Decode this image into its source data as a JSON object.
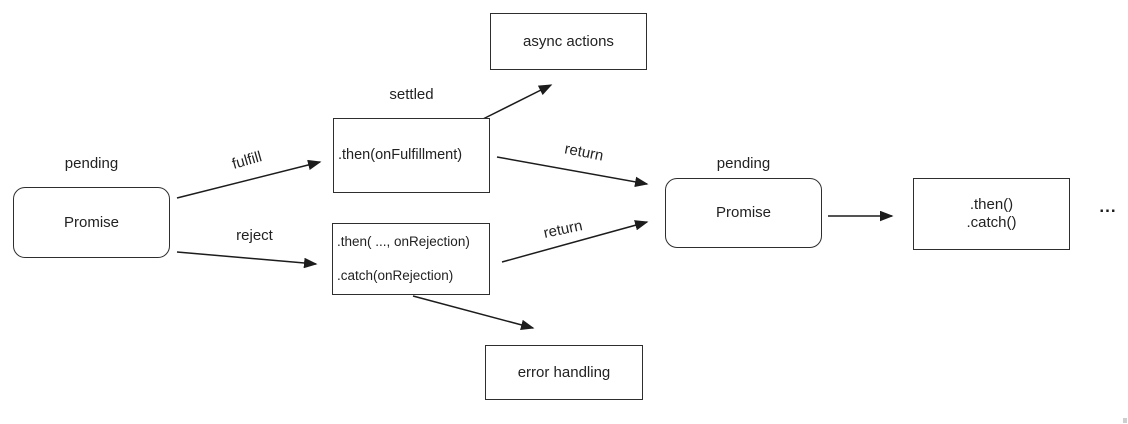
{
  "diagram": {
    "promise1": {
      "state": "pending",
      "label": "Promise"
    },
    "then_fulfillment": {
      "state": "settled",
      "label": ".then(onFulfillment)"
    },
    "then_rejection": {
      "line1": ".then( ..., onRejection)",
      "line2": ".catch(onRejection)"
    },
    "async_actions": {
      "label": "async actions"
    },
    "error_handling": {
      "label": "error handling"
    },
    "promise2": {
      "state": "pending",
      "label": "Promise"
    },
    "then_catch": {
      "line1": ".then()",
      "line2": ".catch()"
    },
    "continuation": {
      "label": "..."
    },
    "edges": {
      "fulfill": "fulfill",
      "reject": "reject",
      "return_top": "return",
      "return_bottom": "return"
    },
    "colors": {
      "stroke": "#1c1c1c",
      "text": "#222222",
      "background": "#ffffff"
    }
  }
}
